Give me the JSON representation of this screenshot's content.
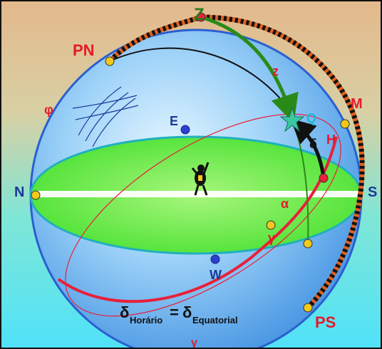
{
  "diagram": {
    "labels": {
      "zenith": "Z",
      "north_pole": "PN",
      "south_pole": "PS",
      "meridian": "M",
      "north": "N",
      "south": "S",
      "east": "E",
      "west": "W",
      "latitude": "φ",
      "zenith_distance": "z",
      "star_name": "Q",
      "hour_angle": "H",
      "declination": "δ",
      "right_ascension": "α",
      "vernal_point": "γ",
      "vernal_point_bottom": "γ"
    },
    "formula": {
      "delta_left": "δ",
      "sub_left": "Horário",
      "equals": "=",
      "delta_right": "δ",
      "sub_right": "Equatorial"
    },
    "colors": {
      "bg_top": "#e8c294",
      "bg_bottom": "#5ae6f8",
      "sphere": "#3a8fe0",
      "horizon_plane": "#66ee3a",
      "equator": "#e8203a",
      "meridian_dashed": "#e06020",
      "star": "#3ac8a0",
      "path_green": "#2a8a18",
      "label_red": "#e41a2a",
      "label_blue": "#1a3a9a",
      "label_cyan": "#20b8d0"
    }
  }
}
